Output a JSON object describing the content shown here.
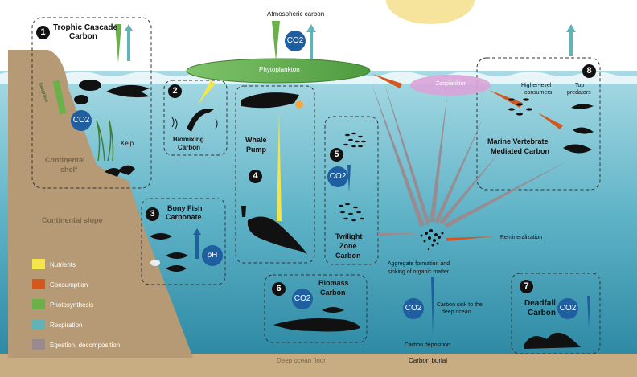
{
  "colors": {
    "sky": "#ffffff",
    "sun": "#f8e7a2",
    "ocean_top": "#9fd3df",
    "ocean_bottom": "#2f8fa8",
    "land": "#b59a75",
    "seafloor": "#c9ad82",
    "nutrients": "#f3e54a",
    "consumption": "#d4581e",
    "photosynthesis": "#6cb04a",
    "respiration": "#5fb4b7",
    "egestion": "#9a8a8f",
    "co2": "#1f5fa0"
  },
  "top": {
    "atmospheric_carbon": "Atmospheric carbon",
    "co2": "CO2"
  },
  "surface": {
    "phytoplankton": "Phytoplankton",
    "zooplankton": "Zooplankton"
  },
  "boxes": {
    "b1": {
      "num": "1",
      "title_line1": "Trophic Cascade",
      "title_line2": "Carbon",
      "seagrass": "Seagrass",
      "kelp": "Kelp",
      "co2": "CO2"
    },
    "b2": {
      "num": "2",
      "title_line1": "Biomixing",
      "title_line2": "Carbon"
    },
    "b3": {
      "num": "3",
      "title_line1": "Bony Fish",
      "title_line2": "Carbonate",
      "ph": "pH"
    },
    "b4": {
      "num": "4",
      "title_line1": "Whale",
      "title_line2": "Pump"
    },
    "b5": {
      "num": "5",
      "title_line1": "Twilight",
      "title_line2": "Zone",
      "title_line3": "Carbon",
      "co2": "CO2"
    },
    "b6": {
      "num": "6",
      "title_line1": "Biomass",
      "title_line2": "Carbon",
      "co2": "CO2"
    },
    "b7": {
      "num": "7",
      "title_line1": "Deadfall",
      "title_line2": "Carbon",
      "co2": "CO2"
    },
    "b8": {
      "num": "8",
      "title_line1": "Marine Vertebrate",
      "title_line2": "Mediated Carbon",
      "higher_line1": "Higher-level",
      "higher_line2": "consumers",
      "top_line1": "Top",
      "top_line2": "predators"
    }
  },
  "land": {
    "shelf_line1": "Continental",
    "shelf_line2": "shelf",
    "slope": "Continental slope"
  },
  "center": {
    "remineralization": "Remineralization",
    "aggregate_line1": "Aggregate formation and",
    "aggregate_line2": "sinking of organic matter",
    "sink_line1": "Carbon sink to the",
    "sink_line2": "deep ocean",
    "co2": "CO2",
    "deposition": "Carbon deposition"
  },
  "bottom": {
    "floor": "Deep ocean floor",
    "burial": "Carbon burial"
  },
  "legend": [
    {
      "label": "Nutrients",
      "color": "#f3e54a"
    },
    {
      "label": "Consumption",
      "color": "#d4581e"
    },
    {
      "label": "Photosynthesis",
      "color": "#6cb04a"
    },
    {
      "label": "Respiration",
      "color": "#5fb4b7"
    },
    {
      "label": "Egestion, decomposition",
      "color": "#9a8a8f"
    }
  ]
}
